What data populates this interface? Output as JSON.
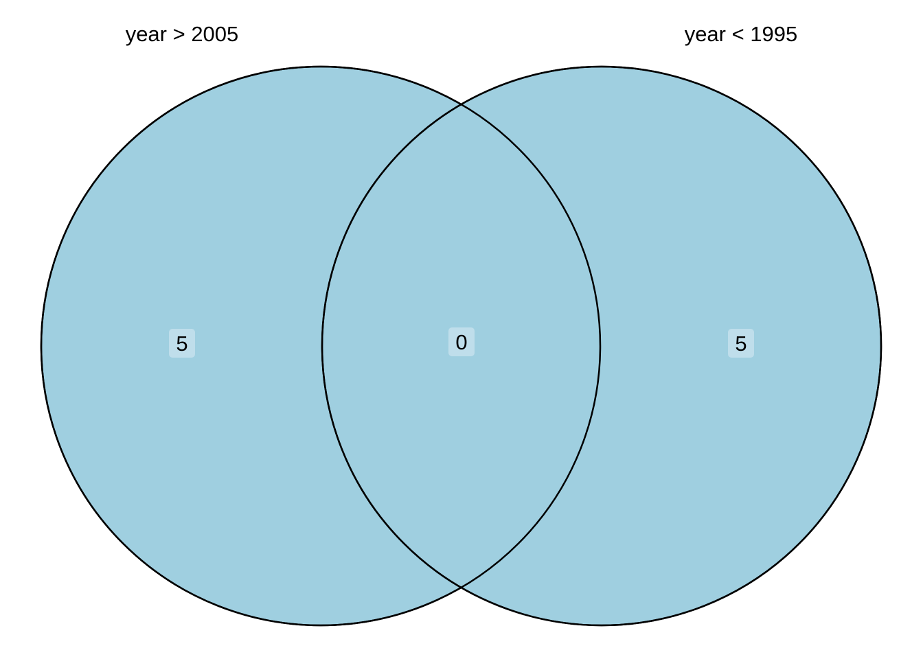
{
  "diagram": {
    "type": "venn",
    "fill_color": "#9fcfe0",
    "stroke_color": "#000000",
    "label_box_color": "#c4e1ec",
    "sets": [
      {
        "label": "year > 2005"
      },
      {
        "label": "year < 1995"
      }
    ],
    "regions": [
      {
        "sets": [
          "year > 2005"
        ],
        "count": "5"
      },
      {
        "sets": [
          "year > 2005",
          "year < 1995"
        ],
        "count": "0"
      },
      {
        "sets": [
          "year < 1995"
        ],
        "count": "5"
      }
    ]
  }
}
